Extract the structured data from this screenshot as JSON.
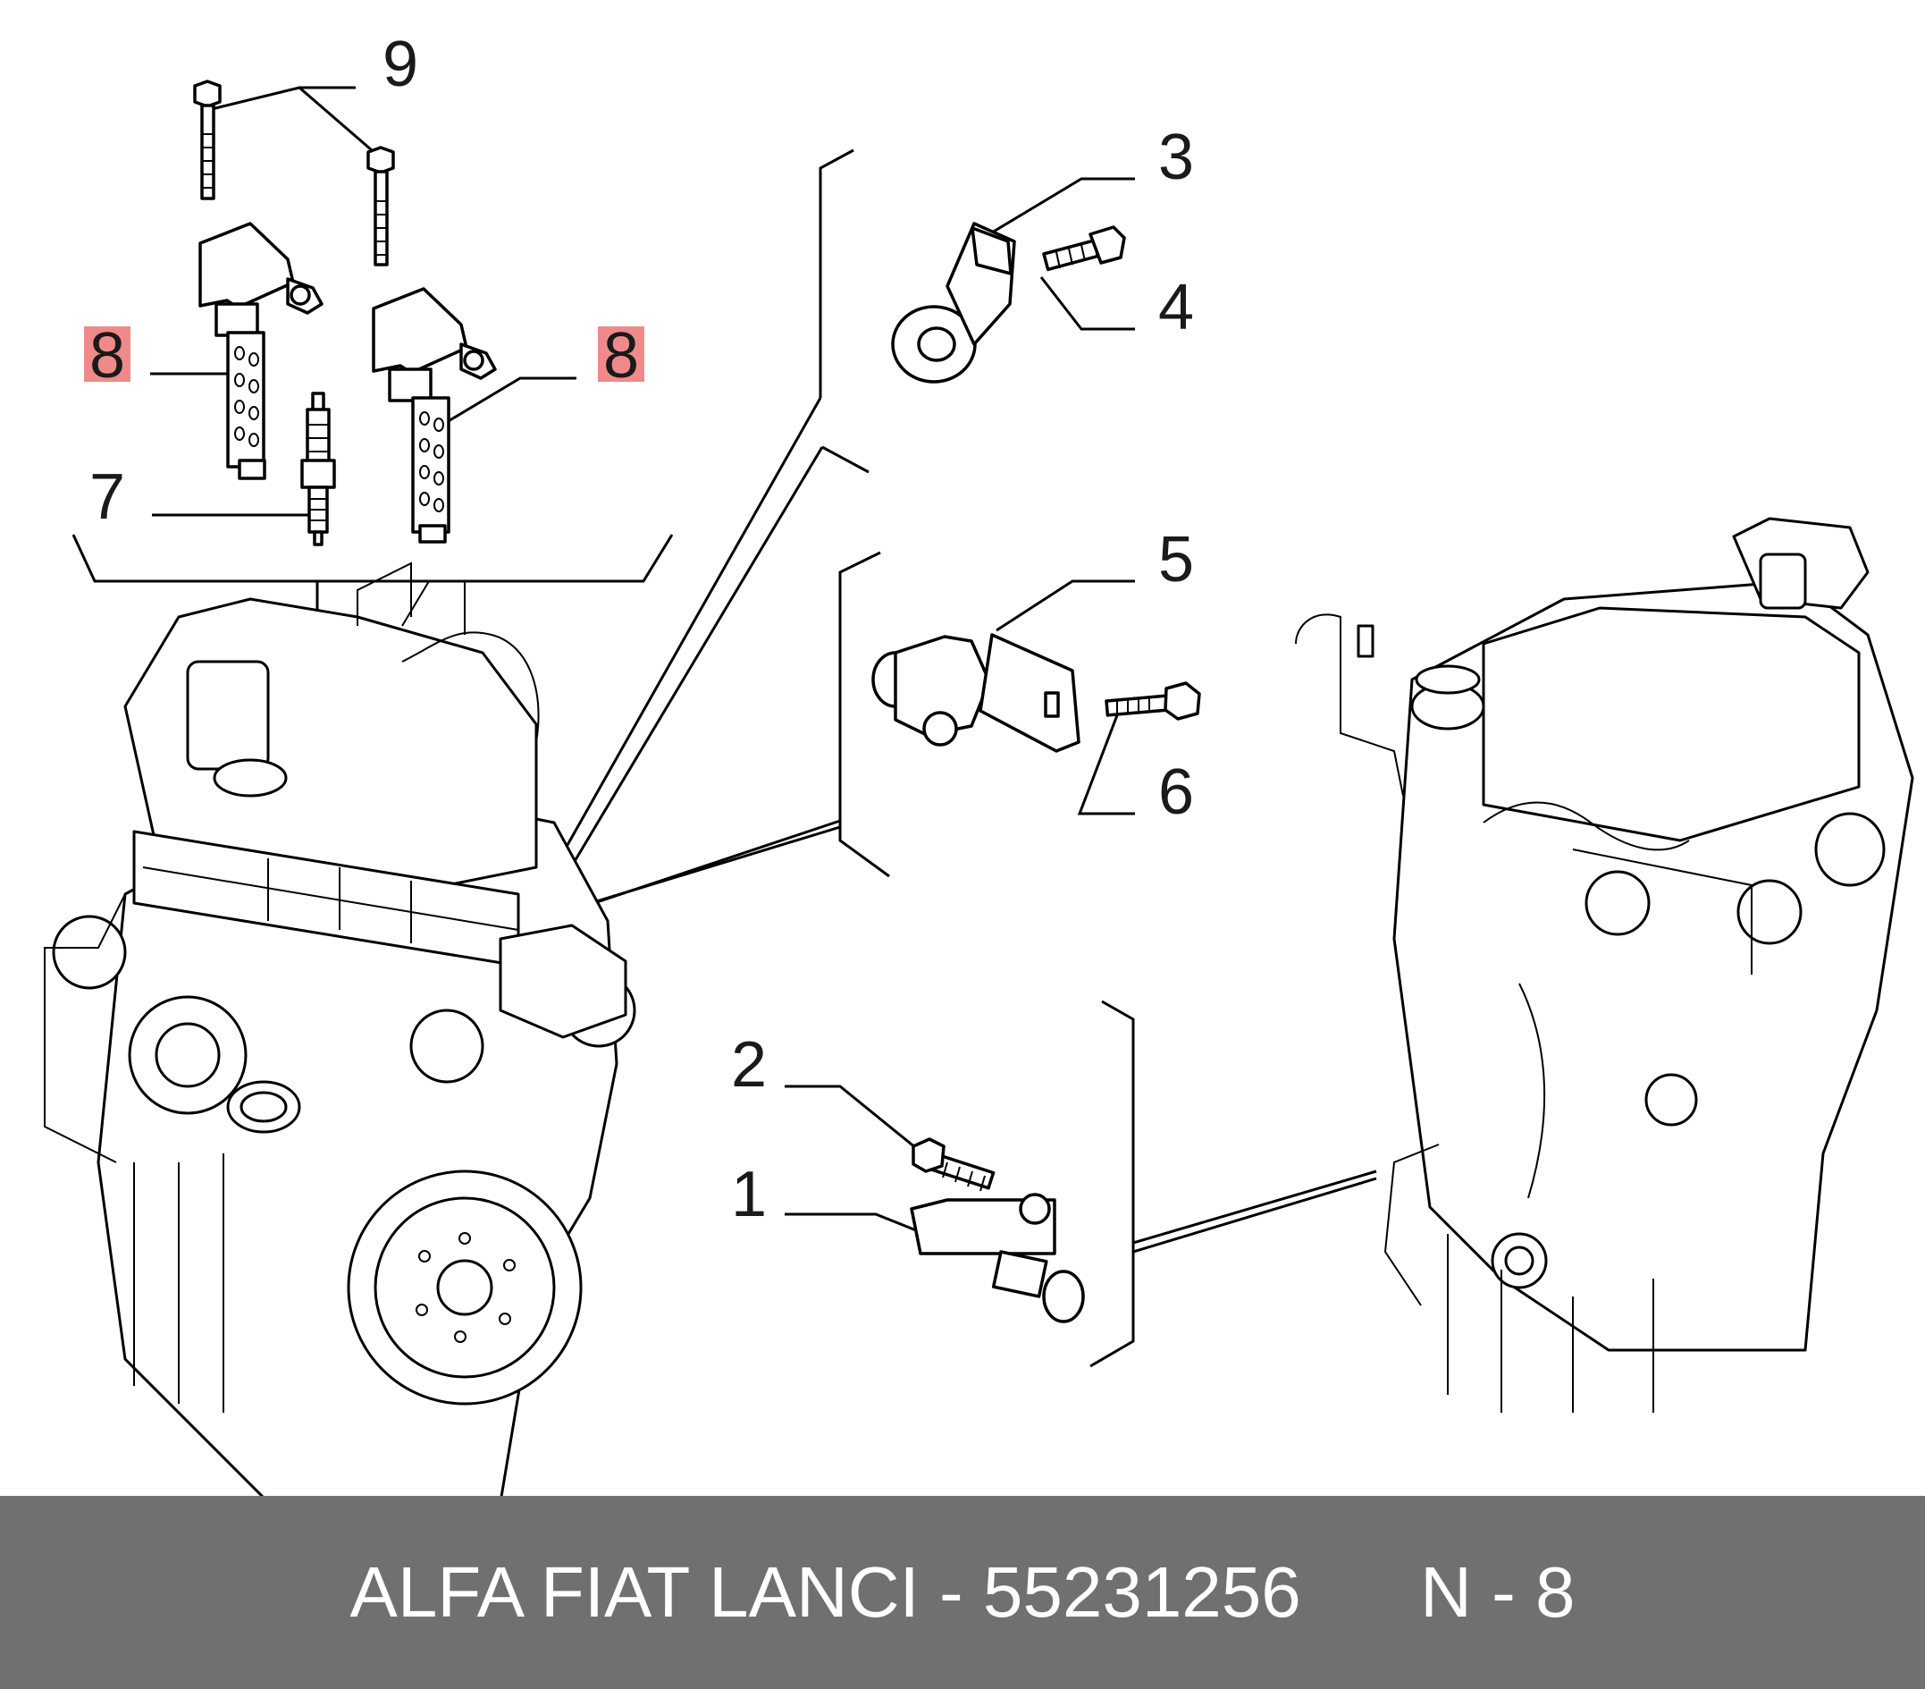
{
  "callouts": {
    "c1": "1",
    "c2": "2",
    "c3": "3",
    "c4": "4",
    "c5": "5",
    "c6": "6",
    "c7": "7",
    "c8a": "8",
    "c8b": "8",
    "c9": "9"
  },
  "highlight_color": "#f08a8a",
  "footer": {
    "text": "ALFA FIAT LANCI - 55231256      N - 8",
    "background": "#707070"
  }
}
